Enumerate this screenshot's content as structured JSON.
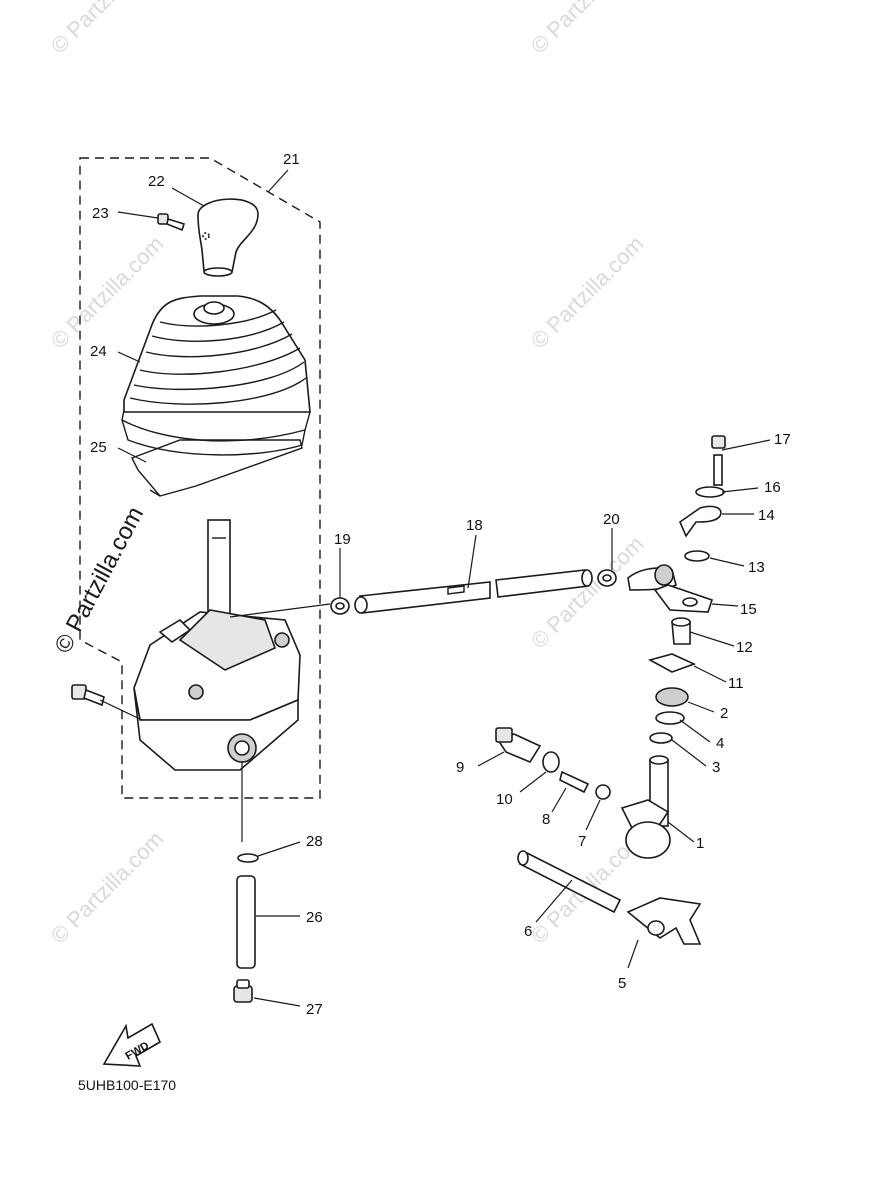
{
  "watermark": "© Partzilla.com",
  "diagram_code": "5UHB100-E170",
  "fwd_label": "FWD",
  "parts": {
    "p1": "1",
    "p2": "2",
    "p3": "3",
    "p4": "4",
    "p5": "5",
    "p6": "6",
    "p7": "7",
    "p8": "8",
    "p9": "9",
    "p10": "10",
    "p11": "11",
    "p12": "12",
    "p13": "13",
    "p14": "14",
    "p15": "15",
    "p16": "16",
    "p17": "17",
    "p18": "18",
    "p19": "19",
    "p20": "20",
    "p21": "21",
    "p22": "22",
    "p23": "23",
    "p24": "24",
    "p25": "25",
    "p26": "26",
    "p27": "27",
    "p28": "28"
  }
}
